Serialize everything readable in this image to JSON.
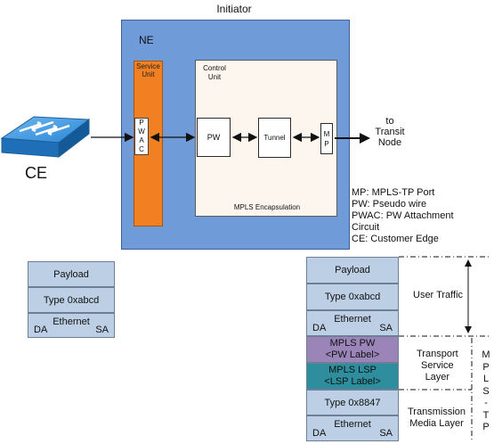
{
  "title": "Initiator",
  "ne": {
    "label": "NE"
  },
  "service_unit": {
    "label": "Service Unit"
  },
  "pwac": {
    "label": "P W A C"
  },
  "control_unit": {
    "label": "Control Unit"
  },
  "pw": {
    "label": "PW"
  },
  "tunnel": {
    "label": "Tunnel"
  },
  "mp": {
    "label": "M P"
  },
  "mpls_encapsulation": "MPLS Encapsulation",
  "ce_label": "CE",
  "transit": {
    "line1": "to",
    "line2": "Transit",
    "line3": "Node"
  },
  "legend": [
    "MP: MPLS-TP Port",
    "PW: Pseudo wire",
    "PWAC: PW Attachment",
    "Circuit",
    "CE: Customer Edge"
  ],
  "left_stack": {
    "payload": "Payload",
    "type": "Type 0xabcd",
    "ethernet": "Ethernet",
    "da": "DA",
    "sa": "SA"
  },
  "right_stack": {
    "payload": "Payload",
    "type1": "Type 0xabcd",
    "ethernet1": "Ethernet",
    "da1": "DA",
    "sa1": "SA",
    "mpls_pw": "MPLS PW",
    "pw_label": "<PW Label>",
    "mpls_lsp": "MPLS LSP",
    "lsp_label": "<LSP Label>",
    "type2": "Type 0x8847",
    "ethernet2": "Ethernet",
    "da2": "DA",
    "sa2": "SA"
  },
  "layers": {
    "user_traffic": "User Traffic",
    "transport_service": [
      "Transport",
      "Service",
      "Layer"
    ],
    "transmission_media": [
      "Transmission",
      "Media Layer"
    ]
  },
  "mpls_tp_vertical": [
    "M",
    "P",
    "L",
    "S",
    "-",
    "T",
    "P"
  ],
  "colors": {
    "ne_blue": "#6f9bd8",
    "service_orange": "#f08022",
    "stack_blue": "#bccfe4",
    "pw_purple": "#9b84b8",
    "lsp_teal": "#2f8e9e"
  }
}
